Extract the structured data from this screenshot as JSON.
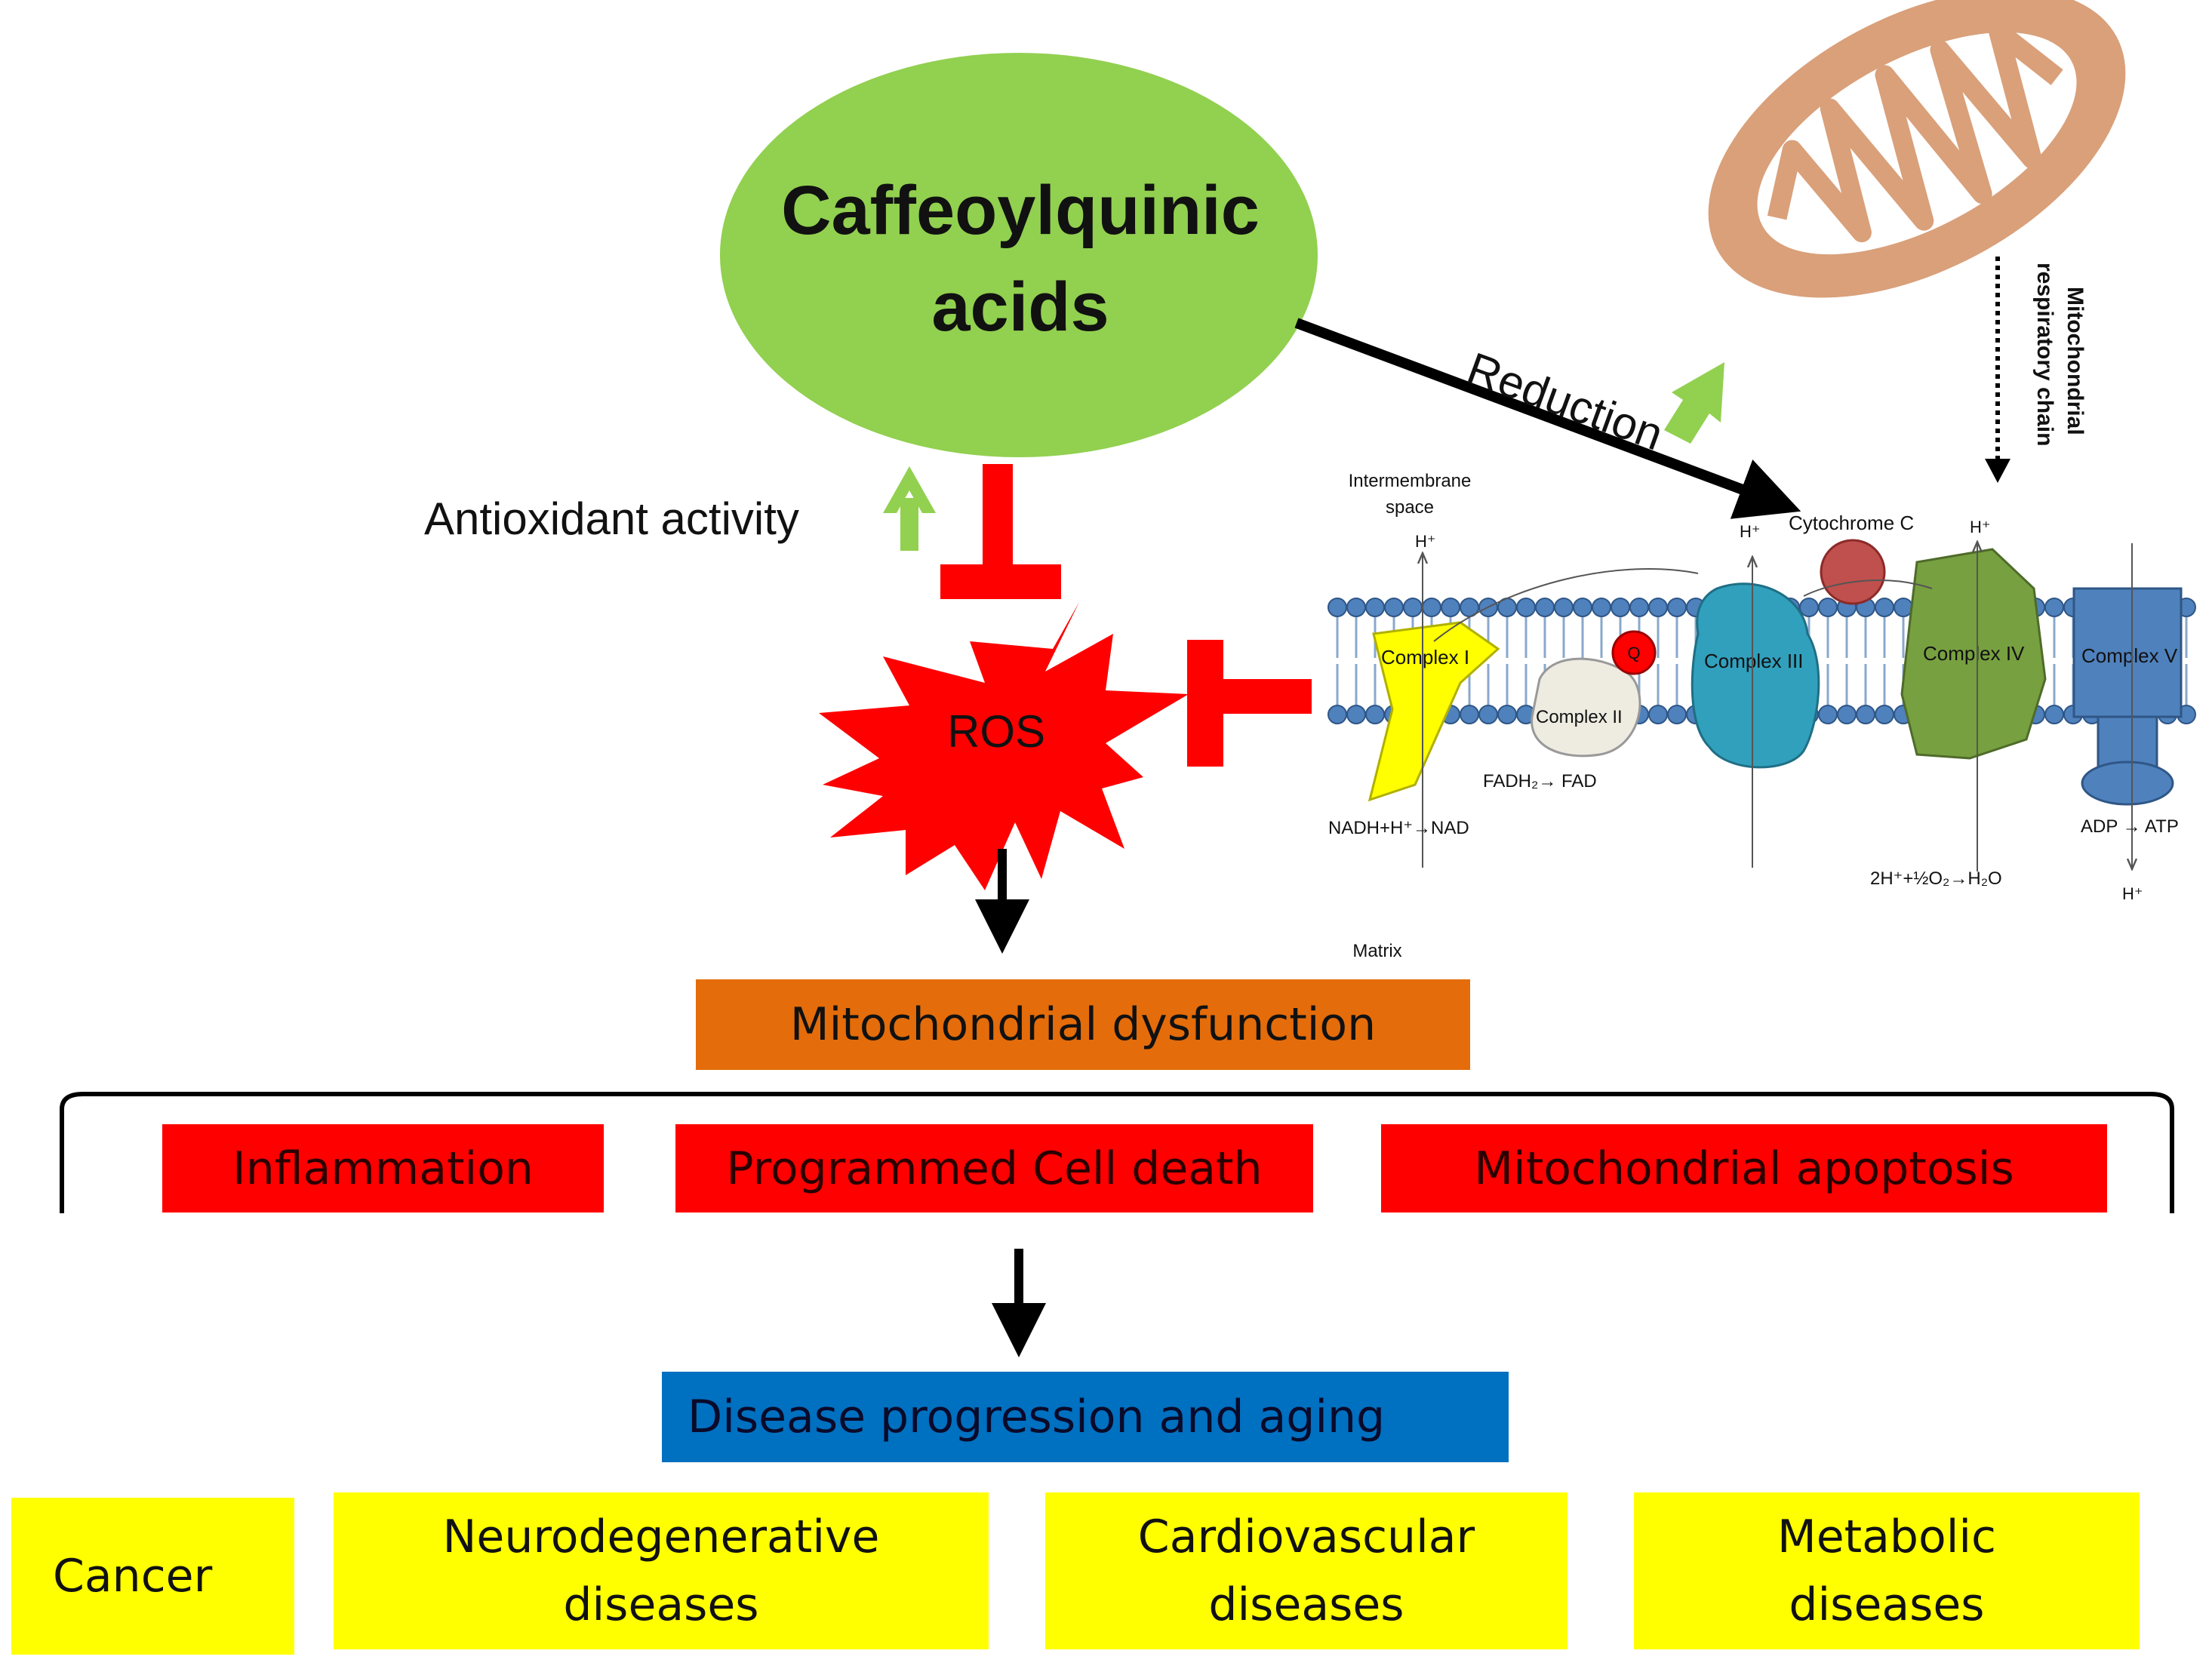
{
  "title_node": {
    "line1": "Caffeoylquinic",
    "line2": "acids"
  },
  "labels": {
    "antioxidant": "Antioxidant activity",
    "reduction": "Reduction",
    "ros": "ROS",
    "intermembrane": "Intermembrane",
    "space": "space",
    "matrix": "Matrix",
    "mito_chain_line1": "Mitochondrial",
    "mito_chain_line2": "respiratory chain"
  },
  "etc": {
    "complexes": [
      "Complex I",
      "Complex II",
      "Complex III",
      "Complex IV",
      "Complex V"
    ],
    "q": "Q",
    "cytochrome": "Cytochrome C",
    "proton": "H⁺",
    "nadh": "NADH+H⁺→NAD",
    "fadh": "FADH₂→ FAD",
    "water": "2H⁺+½O₂→H₂O",
    "atp": "ADP → ATP"
  },
  "dysfunction": "Mitochondrial dysfunction",
  "effects": [
    "Inflammation",
    "Programmed Cell death",
    "Mitochondrial apoptosis"
  ],
  "progression": "Disease progression and aging",
  "diseases": [
    "Cancer",
    "Neurodegenerative\ndiseases",
    "Cardiovascular\ndiseases",
    "Metabolic\ndiseases"
  ],
  "colors": {
    "ellipse": "#92d050",
    "inhibit": "#ff0000",
    "up_arrow": "#92d050",
    "mito": "#d9a07a",
    "dysfunction": "#e46c0a",
    "effects": "#ff0000",
    "progression": "#0070c0",
    "diseases": "#ffff00"
  }
}
